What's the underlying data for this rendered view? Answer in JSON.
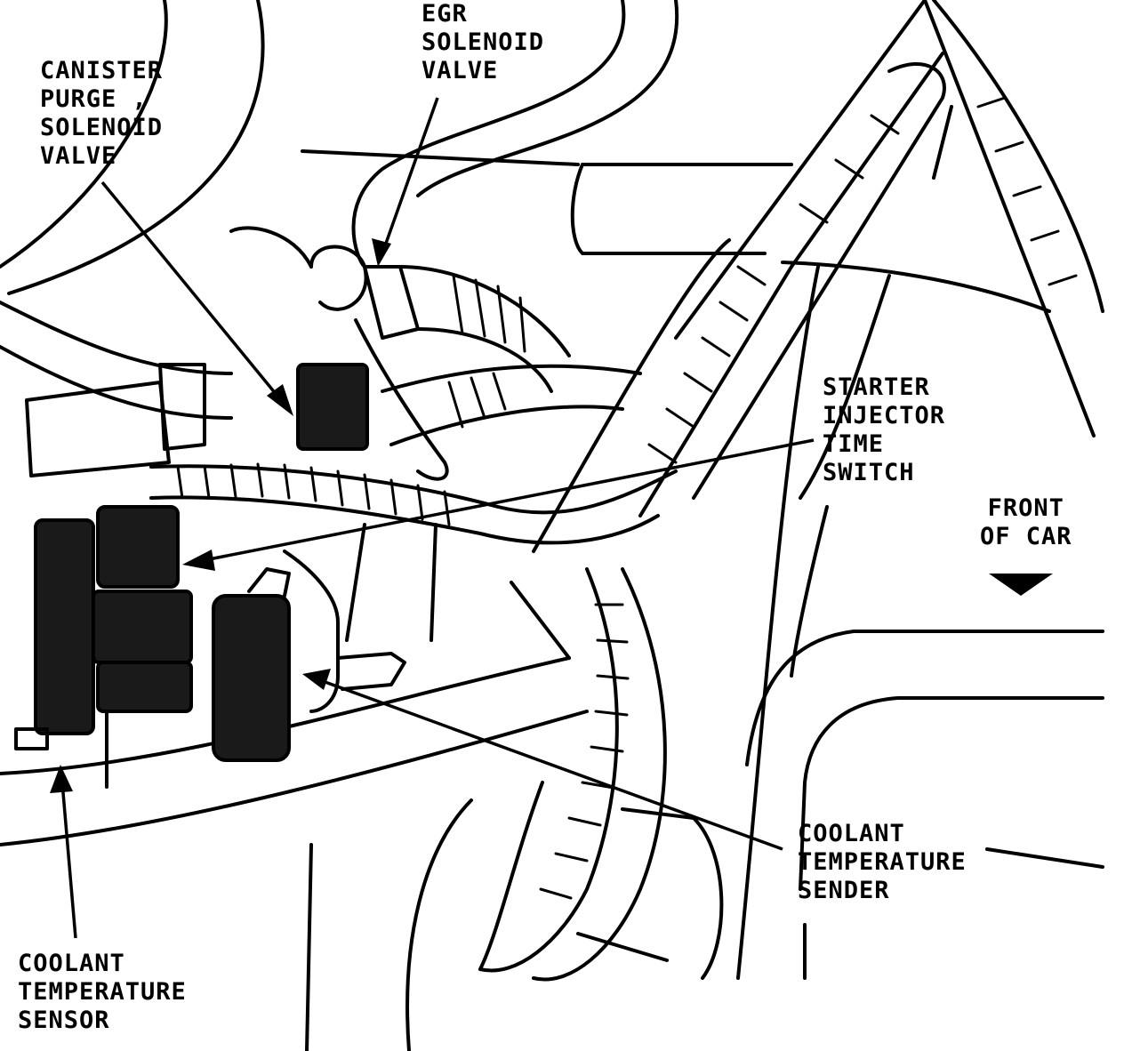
{
  "labels": {
    "canister_purge": [
      "CANISTER",
      "PURGE ,",
      "SOLENOID",
      "VALVE"
    ],
    "egr": [
      "EGR",
      "SOLENOID",
      "VALVE"
    ],
    "starter_injector": [
      "STARTER",
      "INJECTOR",
      "TIME",
      "SWITCH"
    ],
    "front_of_car": [
      "FRONT",
      "OF CAR"
    ],
    "coolant_sender": [
      "COOLANT",
      "TEMPERATURE",
      "SENDER"
    ],
    "coolant_sensor": [
      "COOLANT",
      "TEMPERATURE",
      "SENSOR"
    ]
  }
}
